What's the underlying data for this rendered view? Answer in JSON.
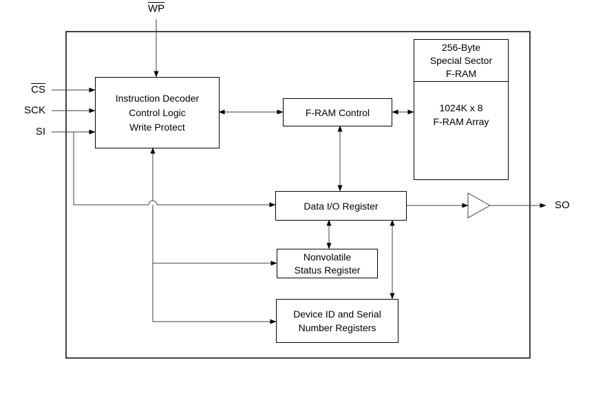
{
  "diagram": {
    "pins": {
      "wp": "WP",
      "cs": "CS",
      "sck": "SCK",
      "si": "SI",
      "so": "SO"
    },
    "blocks": {
      "decoder": {
        "line1": "Instruction Decoder",
        "line2": "Control Logic",
        "line3": "Write Protect"
      },
      "fram_control": {
        "label": "F-RAM Control"
      },
      "special_sector": {
        "line1": "256-Byte",
        "line2": "Special Sector",
        "line3": "F-RAM"
      },
      "fram_array": {
        "line1": "1024K x 8",
        "line2": "F-RAM Array"
      },
      "data_io": {
        "label": "Data I/O Register"
      },
      "status_register": {
        "line1": "Nonvolatile",
        "line2": "Status Register"
      },
      "device_id": {
        "line1": "Device ID and Serial",
        "line2": "Number Registers"
      }
    },
    "colors": {
      "background": "#ffffff",
      "box_border": "#000000",
      "wire": "#3d3d3d",
      "arrowhead": "#000000",
      "text": "#000000"
    }
  }
}
